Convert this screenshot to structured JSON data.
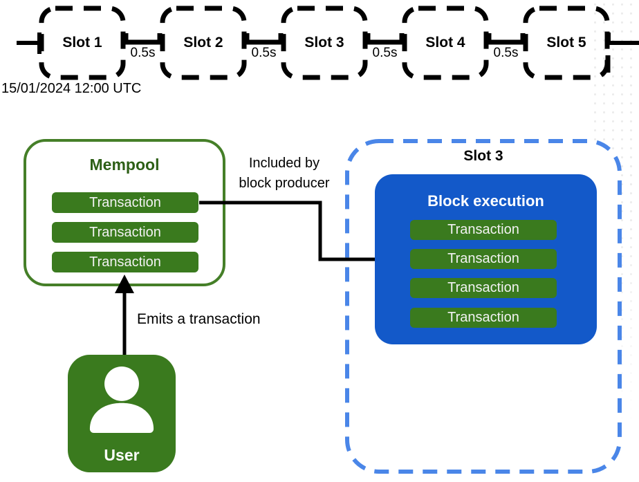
{
  "timeline": {
    "slots": [
      {
        "label": "Slot 1"
      },
      {
        "label": "Slot 2"
      },
      {
        "label": "Slot 3"
      },
      {
        "label": "Slot 4"
      },
      {
        "label": "Slot 5"
      }
    ],
    "interval_label": "0.5s",
    "start_timestamp": "15/01/2024 12:00 UTC"
  },
  "mempool": {
    "title": "Mempool",
    "transactions": [
      "Transaction",
      "Transaction",
      "Transaction"
    ]
  },
  "current_slot": {
    "title": "Slot 3",
    "block": {
      "title": "Block execution",
      "transactions": [
        "Transaction",
        "Transaction",
        "Transaction",
        "Transaction"
      ]
    }
  },
  "annotations": {
    "included_line1": "Included by",
    "included_line2": "block producer",
    "emits": "Emits a transaction"
  },
  "user": {
    "label": "User",
    "icon": "person-icon"
  },
  "colors": {
    "green_fill": "#3a7a1e",
    "green_border": "#457f28",
    "green_title_text": "#2d5f16",
    "blue_fill": "#1359c9",
    "blue_dashed_border": "#4a86e8",
    "stroke_black": "#000000",
    "dot_pattern": "#dedede"
  }
}
